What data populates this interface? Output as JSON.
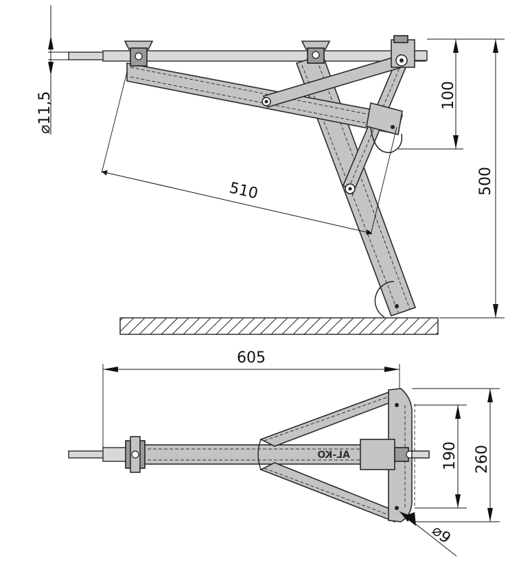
{
  "drawing": {
    "side_view": {
      "dimensions": {
        "rod_diameter": "⌀11,5",
        "height_upper": "100",
        "height_total": "500",
        "arm_length": "510"
      }
    },
    "top_view": {
      "brand_mark": "AL-KO",
      "dimensions": {
        "length_total": "605",
        "width_inner": "190",
        "width_outer": "260",
        "hole_diameter": "⌀9"
      }
    }
  }
}
